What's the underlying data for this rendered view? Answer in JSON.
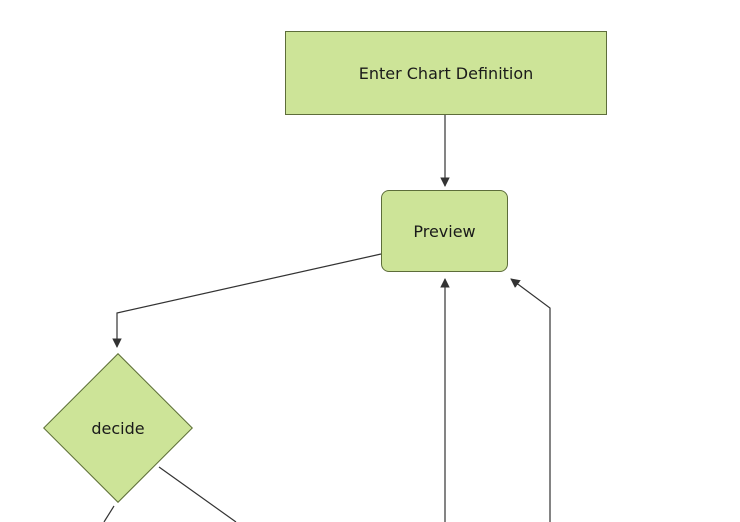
{
  "diagram": {
    "type": "flowchart",
    "direction": "top-down",
    "nodes": [
      {
        "id": "A",
        "shape": "rectangle",
        "label": "Enter Chart Definition"
      },
      {
        "id": "B",
        "shape": "rounded-rectangle",
        "label": "Preview"
      },
      {
        "id": "C",
        "shape": "diamond",
        "label": "decide"
      }
    ],
    "edges": [
      {
        "from": "A",
        "to": "B",
        "label": ""
      },
      {
        "from": "B",
        "to": "C",
        "label": ""
      },
      {
        "from": "offscreen-bottom-center",
        "to": "B",
        "label": ""
      },
      {
        "from": "offscreen-bottom-right",
        "to": "B",
        "label": ""
      },
      {
        "from": "C",
        "to": "offscreen-bottom-left",
        "label": ""
      },
      {
        "from": "C",
        "to": "offscreen-bottom-right",
        "label": ""
      }
    ],
    "colors": {
      "node_fill": "#cde498",
      "node_border": "#5d6d3a",
      "edge": "#333333",
      "text": "#1a1a1a",
      "background": "#ffffff"
    }
  }
}
